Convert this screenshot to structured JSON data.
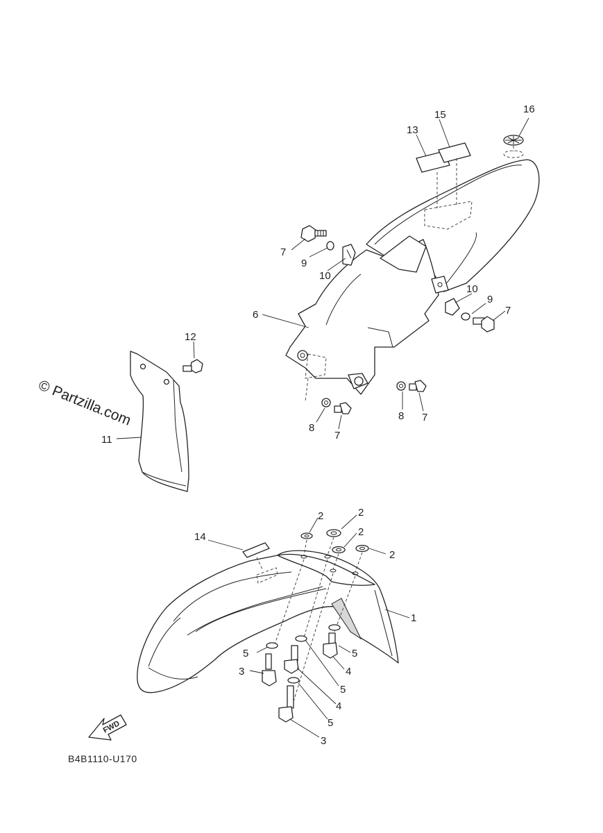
{
  "watermark": "© Partzilla.com",
  "diagram_code": "B4B1110-U170",
  "fwd_label": "FWD",
  "callouts": {
    "c1": "1",
    "c2a": "2",
    "c2b": "2",
    "c2c": "2",
    "c2d": "2",
    "c3a": "3",
    "c3b": "3",
    "c4a": "4",
    "c4b": "4",
    "c5a": "5",
    "c5b": "5",
    "c5c": "5",
    "c5d": "5",
    "c6": "6",
    "c7a": "7",
    "c7b": "7",
    "c7c": "7",
    "c7d": "7",
    "c8a": "8",
    "c8b": "8",
    "c9a": "9",
    "c9b": "9",
    "c10a": "10",
    "c10b": "10",
    "c11": "11",
    "c12": "12",
    "c13": "13",
    "c14": "14",
    "c15": "15",
    "c16": "16"
  }
}
